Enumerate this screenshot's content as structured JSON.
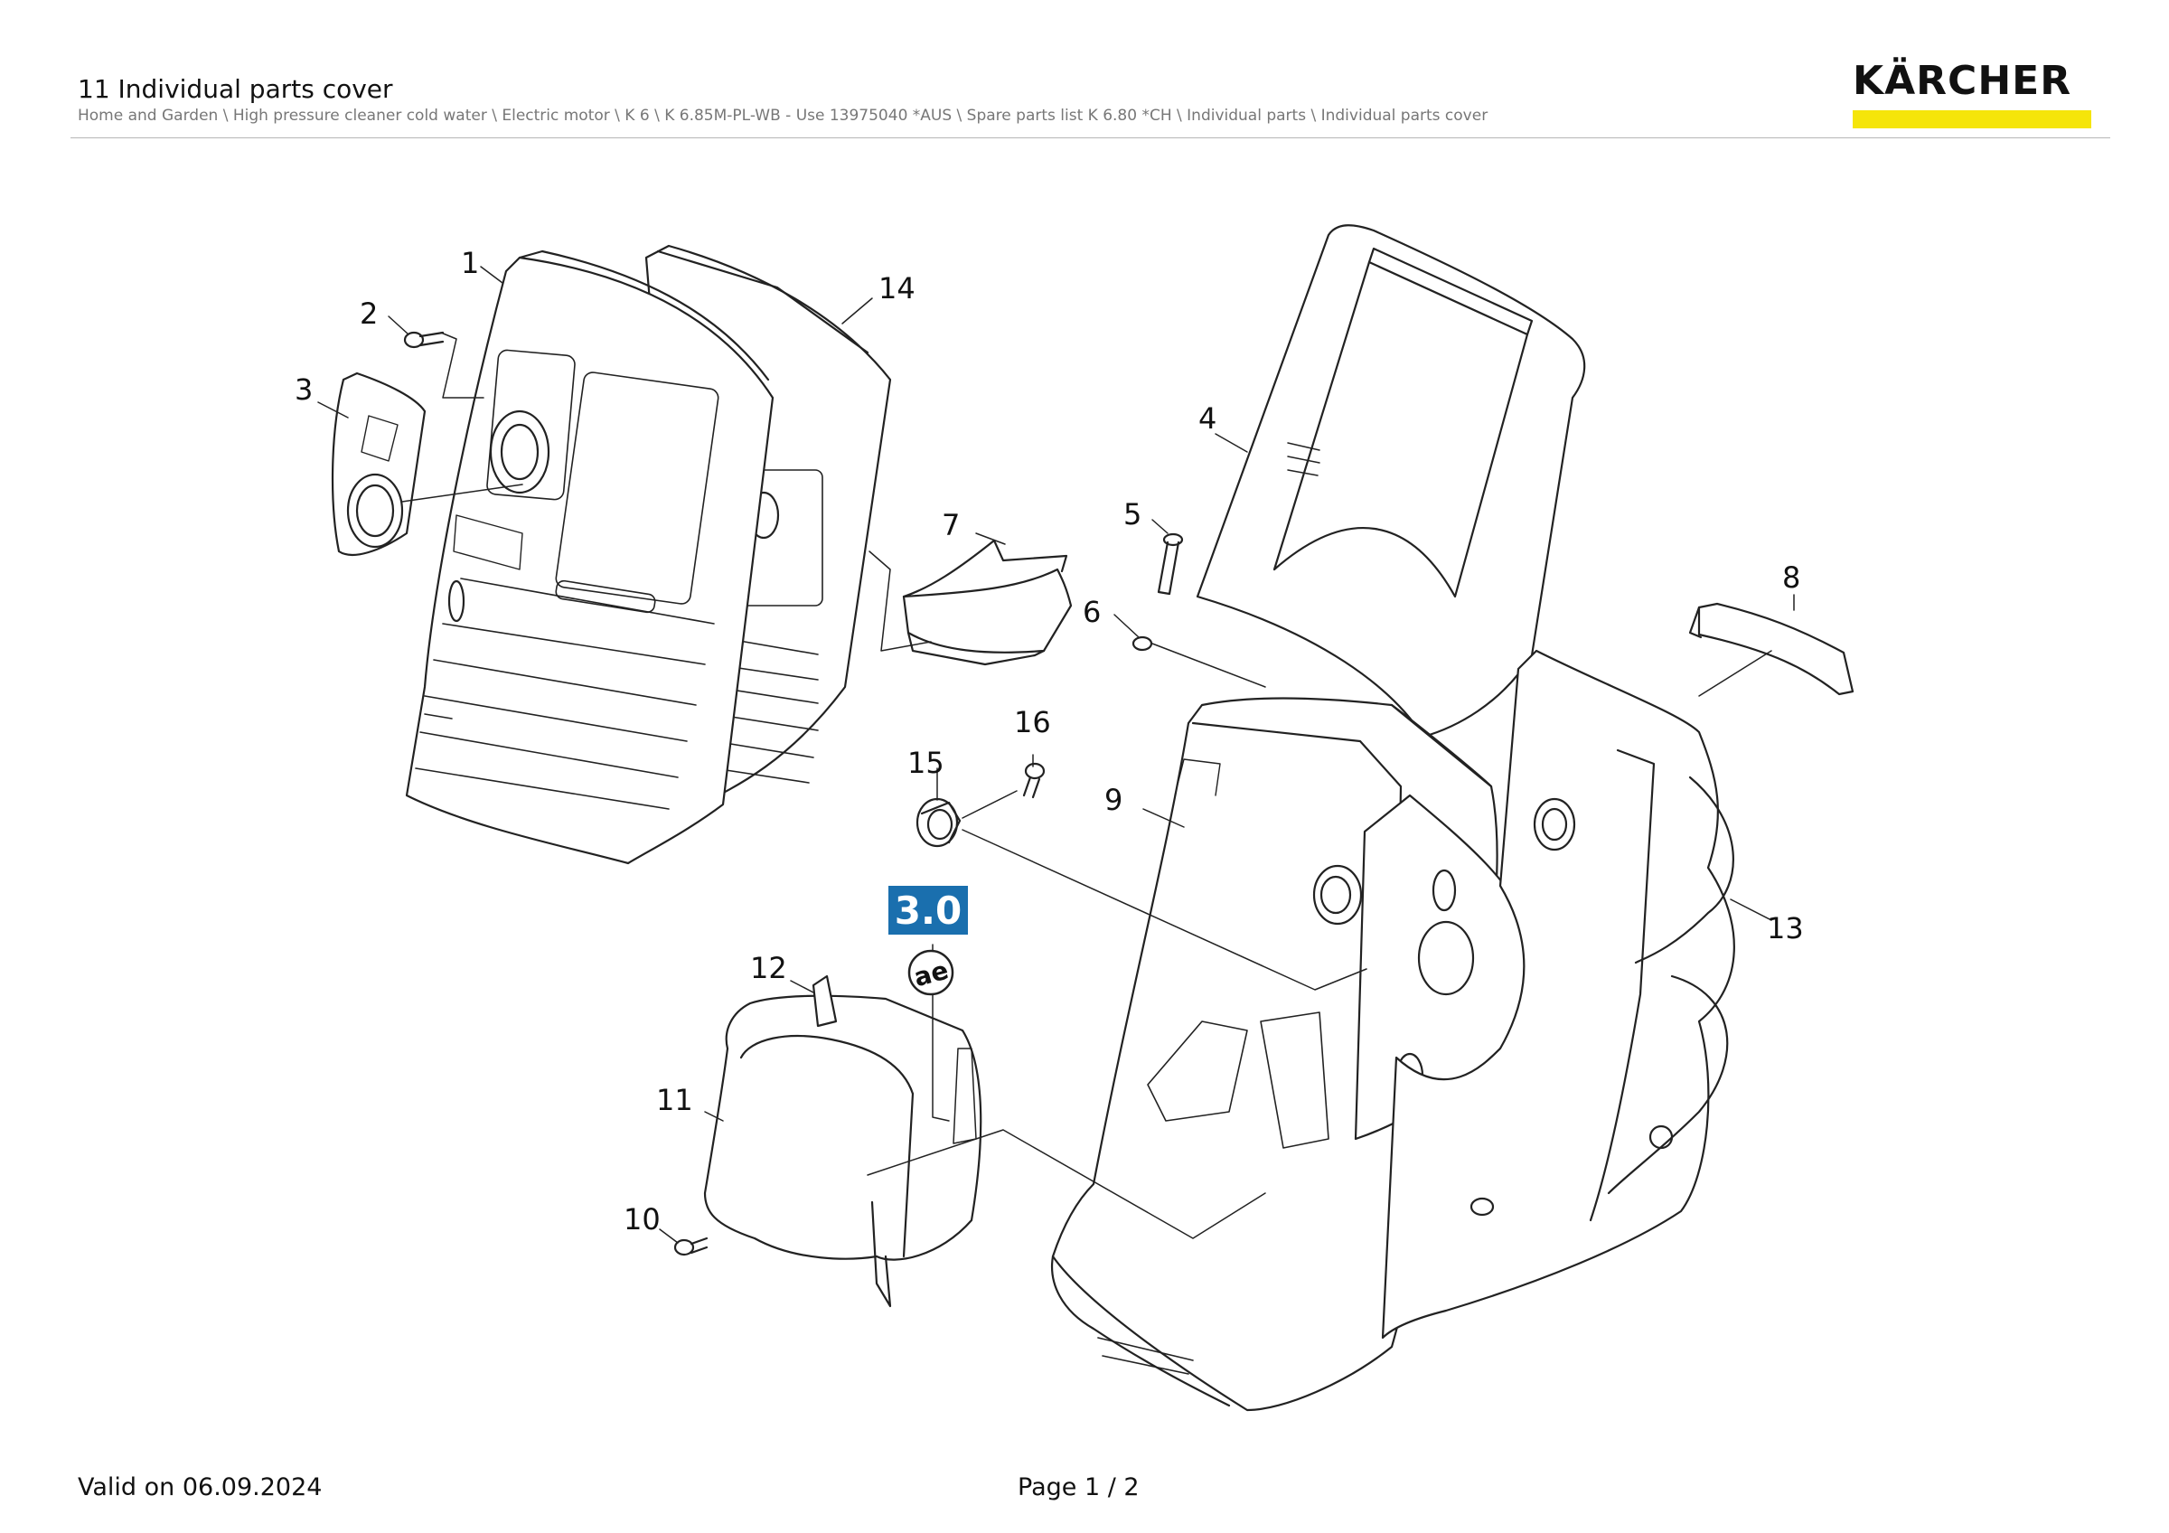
{
  "header": {
    "title": "11 Individual parts cover",
    "breadcrumb": "Home and Garden \\ High pressure cleaner cold water \\ Electric motor \\ K 6 \\ K 6.85M-PL-WB - Use 13975040 *AUS \\ Spare parts list K 6.80 *CH \\ Individual parts \\ Individual parts cover"
  },
  "logo": {
    "text": "KÄRCHER",
    "bar_color": "#f5e50a"
  },
  "diagram": {
    "labels": {
      "p1": "1",
      "p2": "2",
      "p3": "3",
      "p4": "4",
      "p5": "5",
      "p6": "6",
      "p7": "7",
      "p8": "8",
      "p9": "9",
      "p10": "10",
      "p11": "11",
      "p12": "12",
      "p13": "13",
      "p14": "14",
      "p15": "15",
      "p16": "16"
    },
    "badge": {
      "text": "3.0",
      "color": "#1a6fae"
    },
    "symbol": "ae"
  },
  "footer": {
    "valid": "Valid on 06.09.2024",
    "page": "Page 1 / 2"
  }
}
